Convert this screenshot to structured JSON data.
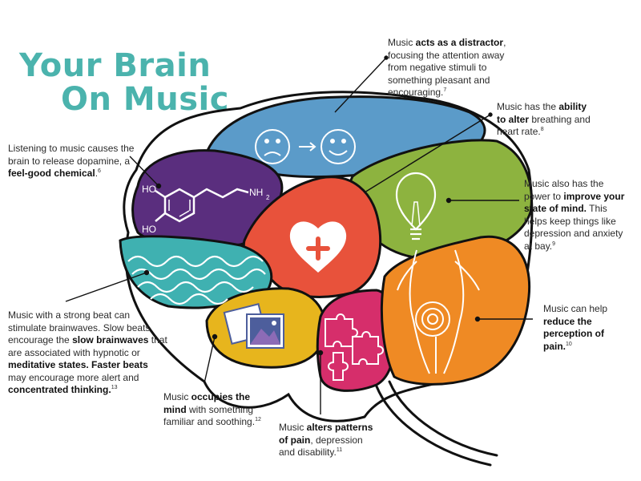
{
  "title": {
    "line1": "Your Brain",
    "line2": "On Music"
  },
  "colors": {
    "title": "#4bb3ad",
    "blue": "#5b9bc9",
    "purple": "#5a2e7e",
    "green": "#8db33f",
    "red": "#e8523b",
    "teal": "#3fb1b1",
    "yellow": "#e7b51d",
    "magenta": "#d62e6b",
    "orange": "#ef8a24"
  },
  "icons": {
    "blue": "sad-to-happy-face-icon",
    "purple": "dopamine-molecule-icon",
    "green": "lightbulb-icon",
    "red": "heart-plus-icon",
    "teal": "brainwave-icon",
    "yellow": "picture-icon",
    "magenta": "puzzle-icon",
    "orange": "body-target-icon"
  },
  "molecule": {
    "ho_top": "HO",
    "ho_bottom": "HO",
    "nh": "NH",
    "nh_sub": "2"
  },
  "notes": {
    "distractor": {
      "p1": "Music ",
      "b1": "acts as a distractor",
      "p2": ", focusing the attention away from negative stimuli to something pleasant and encouraging.",
      "ref": "7"
    },
    "breathing": {
      "p1": "Music has the ",
      "b1": "ability to alter",
      "p2": " breathing and heart rate.",
      "ref": "8"
    },
    "dopamine": {
      "p1": "Listening to music causes the brain to release dopamine, a ",
      "b1": "feel-good chemical",
      "p2": ".",
      "ref": "6"
    },
    "mind": {
      "p1": "Music also has the power to ",
      "b1": "improve your state of mind.",
      "p2": " This helps keep things like depression and anxiety at bay.",
      "ref": "9"
    },
    "pain": {
      "p1": "Music can help ",
      "b1": "reduce the perception of pain.",
      "ref": "10"
    },
    "brainwaves": {
      "p1": "Music with a strong beat can stimulate brainwaves. Slow beats encourage the ",
      "b1": "slow brainwaves",
      "p2": " that are associated with hypnotic or ",
      "b2": "meditative states. Faster beats",
      "p3": " may encourage more alert and ",
      "b3": "concentrated thinking.",
      "ref": "13"
    },
    "occupies": {
      "p1": "Music ",
      "b1": "occupies the mind",
      "p2": " with something familiar and soothing.",
      "ref": "12"
    },
    "alters": {
      "p1": "Music ",
      "b1": "alters patterns of pain",
      "p2": ", depression and disability.",
      "ref": "11"
    }
  }
}
